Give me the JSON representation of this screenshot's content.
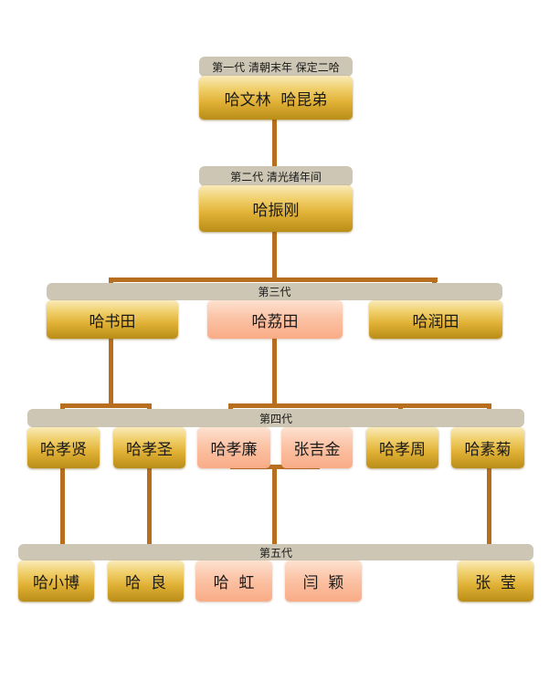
{
  "colors": {
    "connector": "#b76e1f",
    "band": "#cdc6b4",
    "node_gold": "#e1b136",
    "node_pink": "#fbc3a6",
    "text": "#1a1a1a"
  },
  "generations": [
    {
      "label": "第一代  清朝末年  保定二哈"
    },
    {
      "label": "第二代  清光绪年间"
    },
    {
      "label": "第三代"
    },
    {
      "label": "第四代"
    },
    {
      "label": "第五代"
    }
  ],
  "people": [
    {
      "id": "p1",
      "name": "哈文林  哈昆弟",
      "generation": 1,
      "style": "gold"
    },
    {
      "id": "p2",
      "name": "哈振刚",
      "generation": 2,
      "style": "gold",
      "parent": "p1"
    },
    {
      "id": "p3a",
      "name": "哈书田",
      "generation": 3,
      "style": "gold",
      "parent": "p2"
    },
    {
      "id": "p3b",
      "name": "哈荔田",
      "generation": 3,
      "style": "pink",
      "parent": "p2"
    },
    {
      "id": "p3c",
      "name": "哈润田",
      "generation": 3,
      "style": "gold",
      "parent": "p2"
    },
    {
      "id": "p4a",
      "name": "哈孝贤",
      "generation": 4,
      "style": "gold",
      "parent": "p3a"
    },
    {
      "id": "p4b",
      "name": "哈孝圣",
      "generation": 4,
      "style": "gold",
      "parent": "p3a"
    },
    {
      "id": "p4c",
      "name": "哈孝廉",
      "generation": 4,
      "style": "pink",
      "parent": "p3b"
    },
    {
      "id": "p4d",
      "name": "张吉金",
      "generation": 4,
      "style": "pink",
      "spouse_of": "p4c"
    },
    {
      "id": "p4e",
      "name": "哈孝周",
      "generation": 4,
      "style": "gold",
      "parent": "p3b"
    },
    {
      "id": "p4f",
      "name": "哈素菊",
      "generation": 4,
      "style": "gold",
      "parent": "p3b"
    },
    {
      "id": "p5a",
      "name": "哈小博",
      "generation": 5,
      "style": "gold",
      "parent": "p4a"
    },
    {
      "id": "p5b",
      "name": "哈  良",
      "generation": 5,
      "style": "gold",
      "parent": "p4b"
    },
    {
      "id": "p5c",
      "name": "哈  虹",
      "generation": 5,
      "style": "pink",
      "parent": "p4c"
    },
    {
      "id": "p5d",
      "name": "闫  颖",
      "generation": 5,
      "style": "pink",
      "spouse_of": "p5c"
    },
    {
      "id": "p5e",
      "name": "张  莹",
      "generation": 5,
      "style": "gold",
      "parent": "p4f"
    }
  ]
}
